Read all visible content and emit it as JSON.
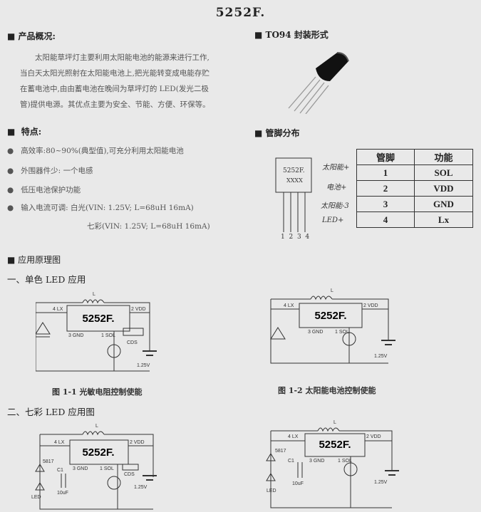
{
  "title": "5252F.",
  "overview": {
    "heading": "产品概况:",
    "lines": [
      "太阳能草坪灯主要利用太阳能电池的能源来进行工作,",
      "当白天太阳光照射在太阳能电池上,把光能转变成电能存贮",
      "在蓄电池中,由由蓄电池在晚间为草坪灯的 LED(发光二极",
      "管)提供电源。其优点主要为安全、节能、方便、环保等。"
    ]
  },
  "package": {
    "heading": "TO94 封装形式"
  },
  "features": {
    "heading": "特点:",
    "items": [
      "高效率:80~90%(典型值),可充分利用太阳能电池",
      "外围器件少: 一个电感",
      "低压电池保护功能",
      "输入电流可调: 白光(VIN: 1.25V; L=68uH    16mA)"
    ],
    "item_cont": "七彩(VIN: 1.25V;   L=68uH   16mA)"
  },
  "pins": {
    "heading": "管脚分布",
    "chip_label": "5252F.",
    "chip_sub": "XXXX",
    "pin_numbers": [
      "1",
      "2",
      "3",
      "4"
    ],
    "headers": [
      "管脚",
      "功能"
    ],
    "rows": [
      {
        "pin": "1",
        "func": "SOL",
        "note": "太阳能+"
      },
      {
        "pin": "2",
        "func": "VDD",
        "note": "电池+"
      },
      {
        "pin": "3",
        "func": "GND",
        "note": "太阳能-3"
      },
      {
        "pin": "4",
        "func": "Lx",
        "note": "LED+"
      }
    ]
  },
  "application": {
    "heading": "应用原理图",
    "section1": "一、单色 LED 应用",
    "section2": "二、七彩 LED 应用图",
    "caption1": "图 1-1    光敏电阻控制使能",
    "caption2": "图 1-2    太阳能电池控制使能"
  },
  "circuit": {
    "chip": "5252F.",
    "inductor": "L",
    "lx": "4 LX",
    "vdd": "2 VDD",
    "gnd": "3 GND",
    "sol": "1 SOL",
    "cds": "CDS",
    "battery": "1.25V",
    "diode": "5817",
    "cap": "C1",
    "cap_val": "10uF",
    "led": "LED"
  }
}
